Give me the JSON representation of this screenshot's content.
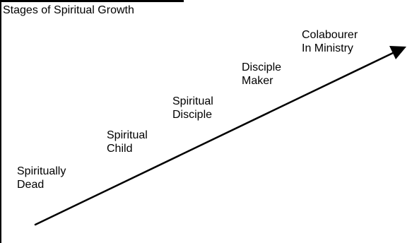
{
  "title": "Stages of Spiritual Growth",
  "stages": [
    {
      "line1": "Spiritually",
      "line2": "Dead"
    },
    {
      "line1": "Spiritual",
      "line2": "Child"
    },
    {
      "line1": "Spiritual",
      "line2": "Disciple"
    },
    {
      "line1": "Disciple",
      "line2": "Maker"
    },
    {
      "line1": "Colabourer",
      "line2": "In Ministry"
    }
  ],
  "colors": {
    "ink": "#000000",
    "background": "#ffffff"
  },
  "icons": {
    "growth_arrow": "arrow-up-right-icon"
  }
}
